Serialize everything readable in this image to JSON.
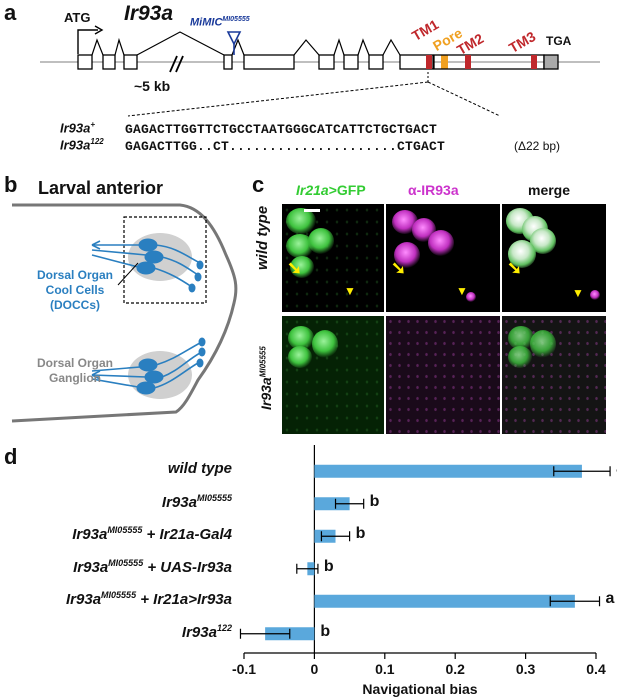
{
  "panel_a": {
    "label": "a",
    "gene": "Ir93a",
    "atg": "ATG",
    "tga": "TGA",
    "mimic_main": "MiMIC",
    "mimic_sup": "MI05555",
    "gap": "~5 kb",
    "tm1": "TM1",
    "pore": "Pore",
    "tm2": "TM2",
    "tm3": "TM3",
    "seq1_name": "Ir93a",
    "seq1_sup": "+",
    "seq1": "GAGACTTGGTTCTGCCTAATGGGCATCATTCTGCTGACT",
    "seq2_name": "Ir93a",
    "seq2_sup": "122",
    "seq2": "GAGACTTGG..CT.....................CTGACT",
    "deletion": "(Δ22 bp)"
  },
  "panel_b": {
    "label": "b",
    "title": "Larval anterior",
    "docc_l1": "Dorsal Organ",
    "docc_l2": "Cool Cells",
    "docc_l3": "(DOCCs)",
    "gang_l1": "Dorsal Organ",
    "gang_l2": "Ganglion"
  },
  "panel_c": {
    "label": "c",
    "col1_main": "Ir21a",
    "col1_rest": ">GFP",
    "col2": "α-IR93a",
    "col3": "merge",
    "row1": "wild type",
    "row2_main": "Ir93a",
    "row2_sup": "MI05555"
  },
  "colors": {
    "bar": "#5aa8dc",
    "tm": "#c0282c",
    "pore": "#f0a020",
    "mimic": "#1a3a9a",
    "gfp": "#33cc33",
    "magenta": "#cc33cc",
    "docc": "#2a7fc0",
    "ganglion": "#d0d0d0"
  },
  "chart_data": {
    "type": "bar",
    "orientation": "horizontal",
    "panel_label": "d",
    "categories": [
      {
        "main": "wild type",
        "sup": "",
        "rest": ""
      },
      {
        "main": "Ir93a",
        "sup": "MI05555",
        "rest": ""
      },
      {
        "main": "Ir93a",
        "sup": "MI05555",
        "rest": " + Ir21a-Gal4"
      },
      {
        "main": "Ir93a",
        "sup": "MI05555",
        "rest": " + UAS-Ir93a"
      },
      {
        "main": "Ir93a",
        "sup": "MI05555",
        "rest": " + Ir21a>Ir93a"
      },
      {
        "main": "Ir93a",
        "sup": "122",
        "rest": ""
      }
    ],
    "values": [
      0.38,
      0.05,
      0.03,
      -0.01,
      0.37,
      -0.07
    ],
    "errors": [
      0.04,
      0.02,
      0.02,
      0.015,
      0.035,
      0.035
    ],
    "stat_letters": [
      "a",
      "b",
      "b",
      "b",
      "a",
      "b"
    ],
    "xlim": [
      -0.1,
      0.4
    ],
    "xticks": [
      "-0.1",
      "0",
      "0.1",
      "0.2",
      "0.3",
      "0.4"
    ],
    "xtick_values": [
      -0.1,
      0,
      0.1,
      0.2,
      0.3,
      0.4
    ],
    "xlabel": "Navigational bias",
    "grid": false
  }
}
